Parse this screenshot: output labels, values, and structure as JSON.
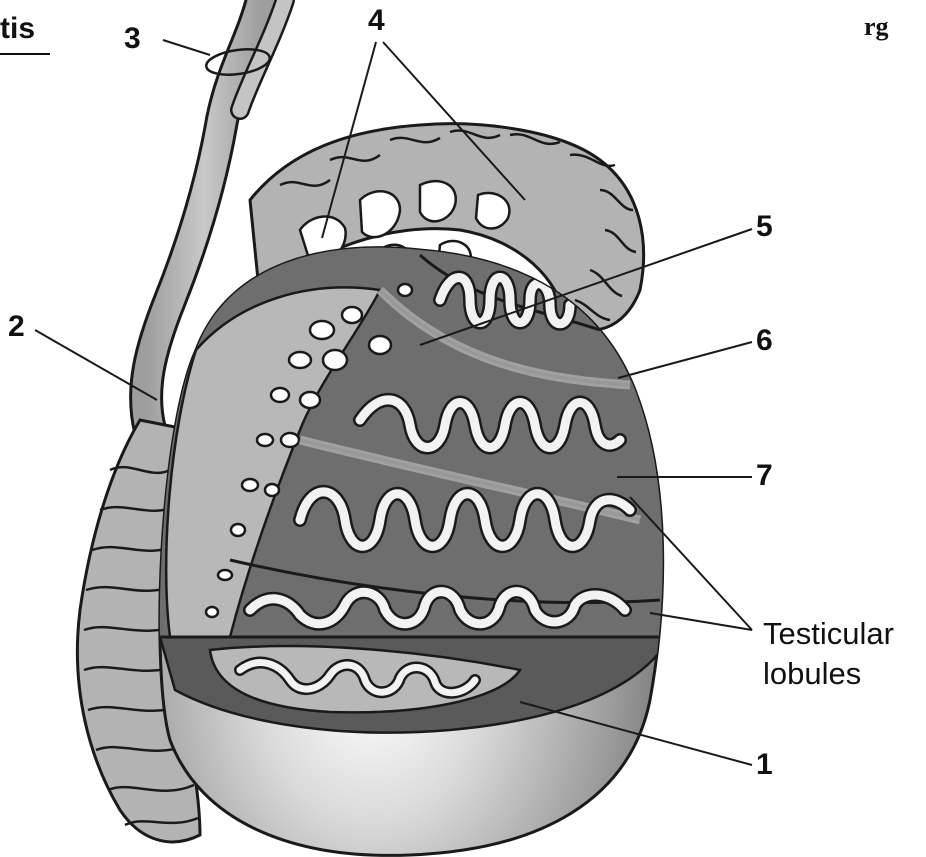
{
  "header": {
    "title_fragment": "tis",
    "page_fragment": "rg"
  },
  "labels": {
    "one": "1",
    "two": "2",
    "three": "3",
    "four": "4",
    "five": "5",
    "six": "6",
    "seven": "7",
    "lobules_line1": "Testicular",
    "lobules_line2": "lobules"
  },
  "colors": {
    "outline": "#1a1a1a",
    "epididymis": "#b3b3b3",
    "lobule_bg": "#6e6e6e",
    "septum": "#a6a6a6",
    "tubule": "#f2f2f2",
    "capsule_light": "#e8e8e8",
    "capsule_dark": "#7a7a7a"
  }
}
